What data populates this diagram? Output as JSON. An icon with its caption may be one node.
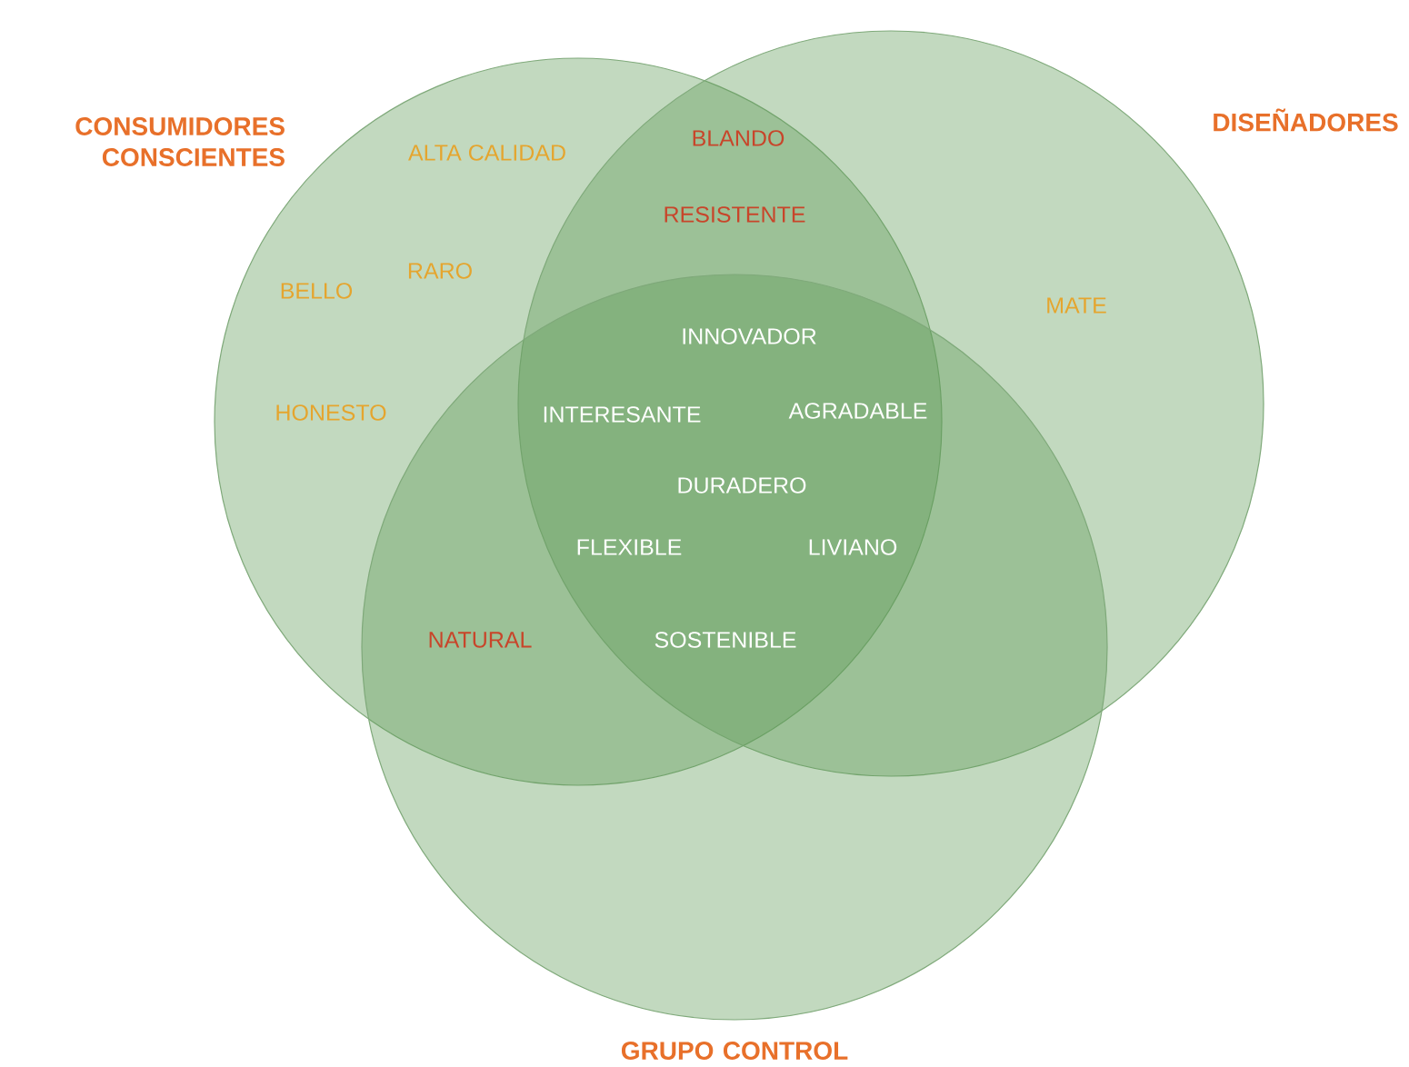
{
  "diagram": {
    "nodes": [
      {
        "text": [
          "CONSUMIDORES CONSCIENTES"
        ]
      },
      {
        "text": [
          "DISEÑADORES"
        ]
      },
      {
        "text": [
          "GRUPO CONTROL"
        ]
      }
    ],
    "labels": [
      "ALTA CALIDAD",
      "BLANDO",
      "RESISTENTE",
      "BELLO",
      "RARO",
      "MATE",
      "INNOVADOR",
      "HONESTO",
      "INTERESANTE",
      "AGRADABLE",
      "DURADERO",
      "FLEXIBLE",
      "LIVIANO",
      "NATURAL",
      "SOSTENIBLE"
    ]
  }
}
